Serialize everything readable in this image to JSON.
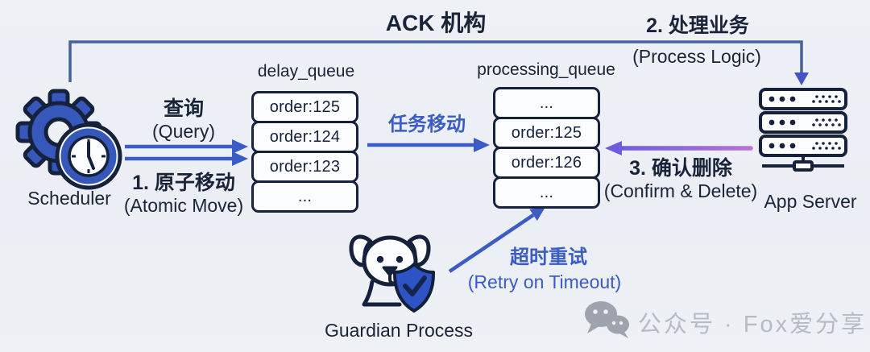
{
  "diagram": {
    "ack_title": "ACK 机构",
    "scheduler": {
      "label": "Scheduler"
    },
    "delay_queue": {
      "title": "delay_queue",
      "items": [
        "order:125",
        "order:124",
        "order:123",
        "..."
      ]
    },
    "processing_queue": {
      "title": "processing_queue",
      "items": [
        "...",
        "order:125",
        "order:126",
        "..."
      ]
    },
    "app_server": {
      "label": "App Server"
    },
    "guardian": {
      "label": "Guardian Process"
    },
    "edges": {
      "query": {
        "cn": "查询",
        "en": "(Query)"
      },
      "atomic_move": {
        "cn": "1. 原子移动",
        "en": "(Atomic Move)"
      },
      "task_move": {
        "cn": "任务移动"
      },
      "process_logic": {
        "cn": "2. 处理业务",
        "en": "(Process Logic)"
      },
      "confirm_delete": {
        "cn": "3. 确认删除",
        "en": "(Confirm & Delete)"
      },
      "retry": {
        "cn": "超时重试",
        "en": "(Retry on Timeout)"
      }
    }
  },
  "watermark": {
    "text": "公众号 · Fox爱分享"
  },
  "colors": {
    "ink": "#1a2438",
    "accent_blue": "#3a5cc4",
    "line_navy": "#45619e",
    "arrow_purple_left": "#6f5ce0",
    "arrow_purple_right": "#b873d2",
    "icon_fill_blue": "#3558ba",
    "shield_blue": "#2e53c5",
    "watermark_grey": "#b5bbc5",
    "background": "#edf0f5"
  }
}
